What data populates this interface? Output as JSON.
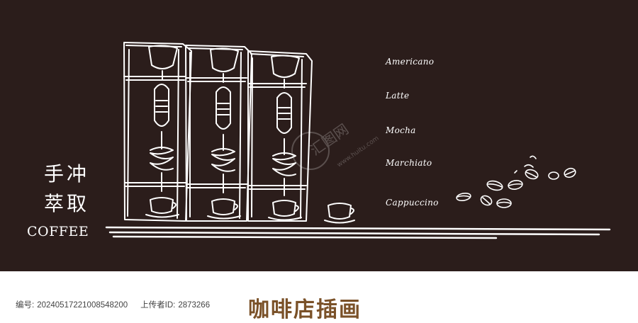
{
  "illustration": {
    "title_cn_line1": "手冲",
    "title_cn_line2": "萃取",
    "title_en": "COFFEE",
    "menu": [
      "Americano",
      "Latte",
      "Mocha",
      "Marchiato",
      "Cappuccino"
    ],
    "colors": {
      "board": "#2b1d1b",
      "chalk": "#ffffff",
      "accent": "#7a5128"
    },
    "watermark_text": "汇图网 www.huitu.com"
  },
  "footer": {
    "id_label": "编号:",
    "id_value": "20240517221008548200",
    "uploader_label": "上传者ID:",
    "uploader_value": "2873266",
    "title": "咖啡店插画"
  }
}
